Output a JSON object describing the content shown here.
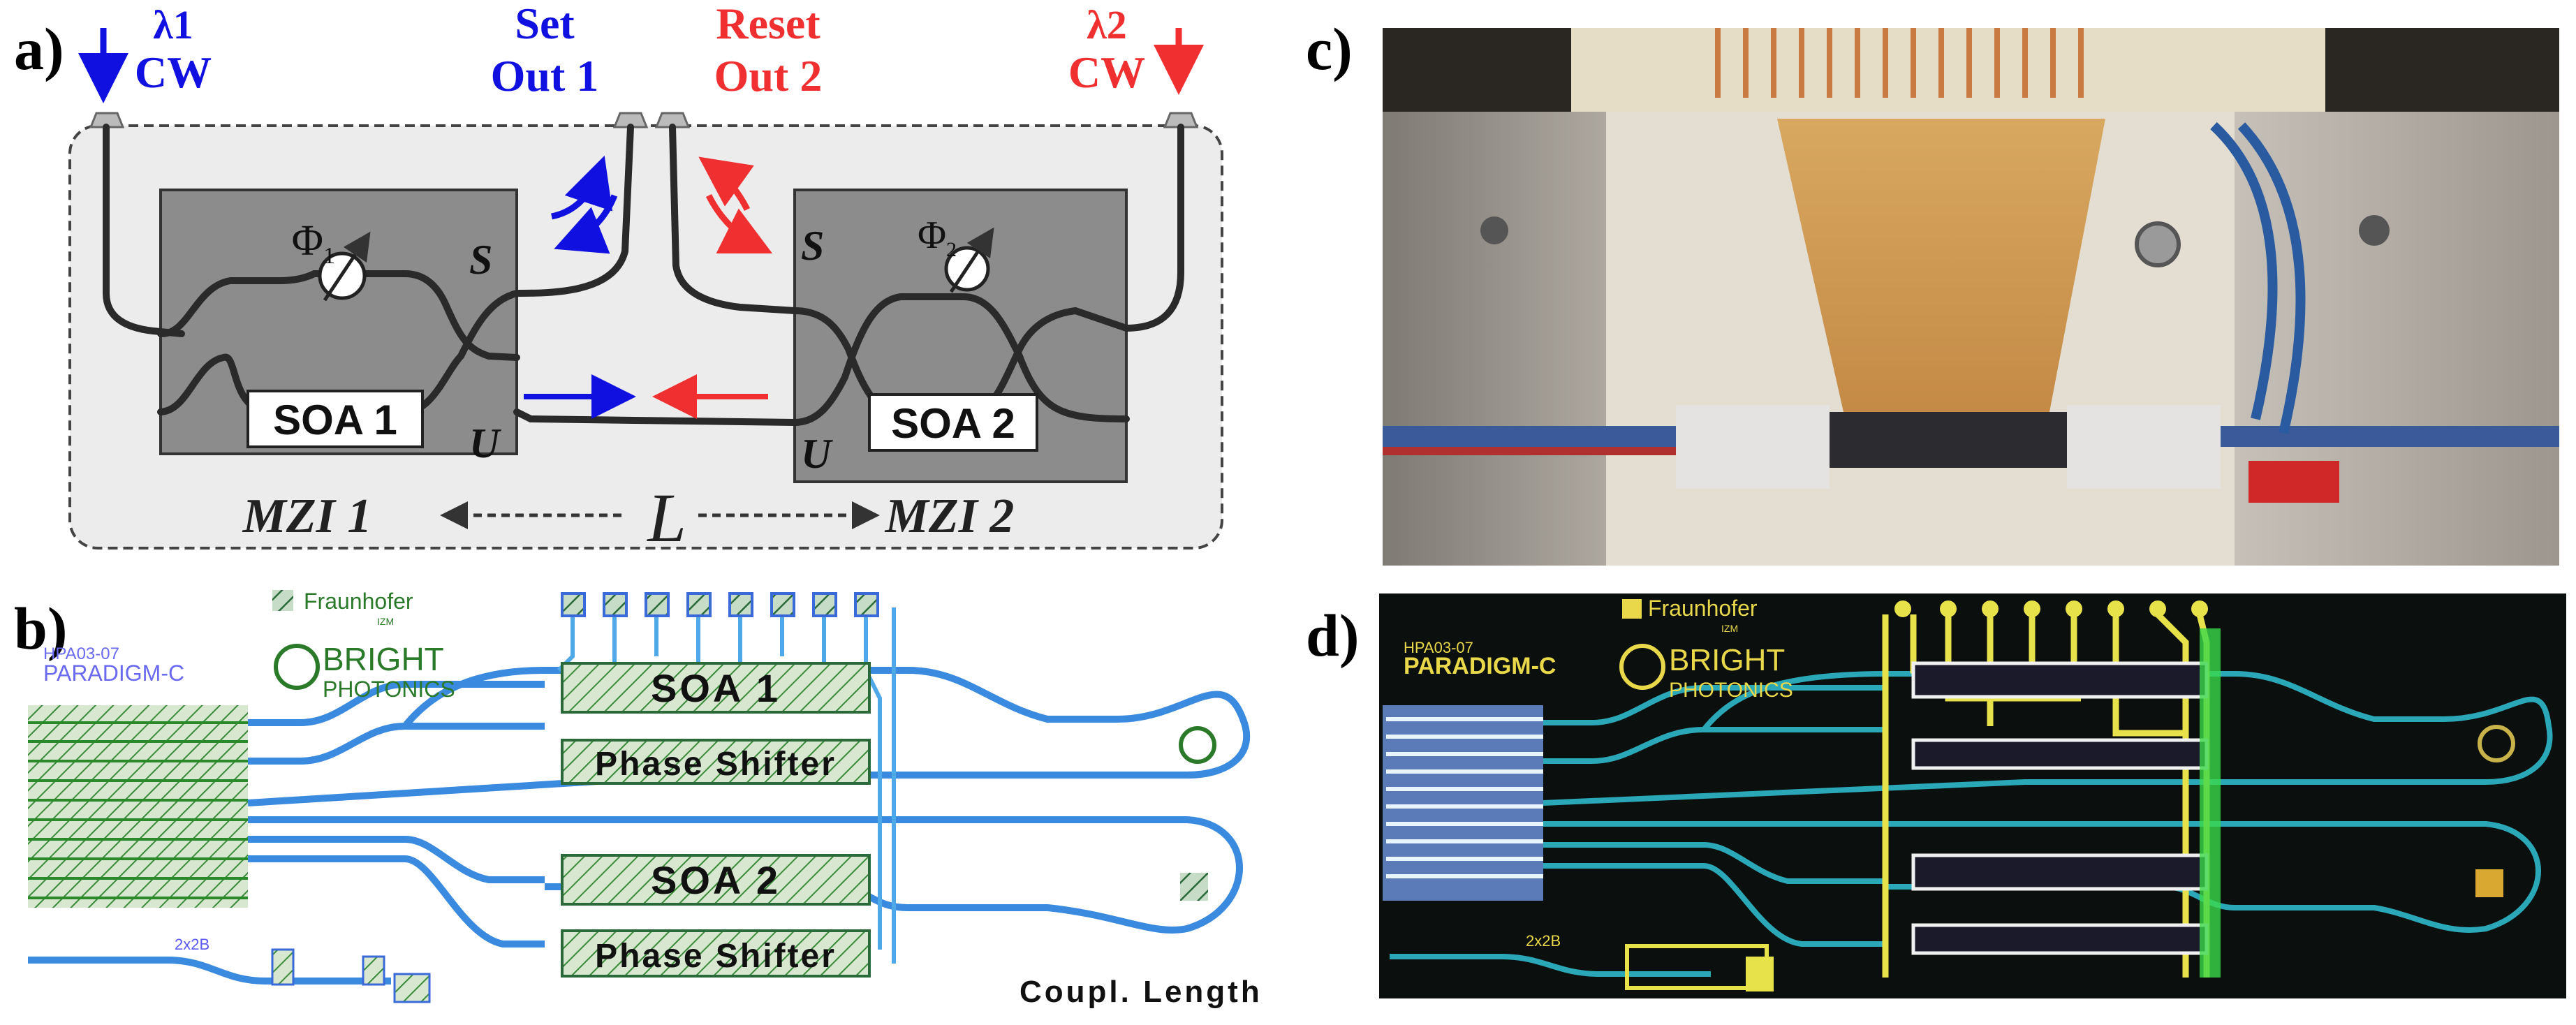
{
  "panel_labels": {
    "a": "a)",
    "b": "b)",
    "c": "c)",
    "d": "d)"
  },
  "panel_a": {
    "lambda1": "λ1",
    "cw1": "CW",
    "set": "Set",
    "out1": "Out 1",
    "reset": "Reset",
    "out2": "Out 2",
    "lambda2": "λ2",
    "cw2": "CW",
    "phi1": "Φ",
    "phi1_sub": "1",
    "phi2": "Φ",
    "phi2_sub": "2",
    "s1": "S",
    "u1": "U",
    "s2": "S",
    "u2": "U",
    "soa1": "SOA 1",
    "soa2": "SOA 2",
    "mzi1": "MZI 1",
    "mzi2": "MZI 2",
    "length": "L",
    "colors": {
      "blue": "#1010e0",
      "red": "#f03030"
    }
  },
  "panel_b": {
    "chip_id": "HPA03-07",
    "chip_name": "PARADIGM-C",
    "fraunhofer": "Fraunhofer",
    "izm": "IZM",
    "bright": "BRIGHT",
    "photonics": "PHOTONICS",
    "soa1": "SOA 1",
    "phase1": "Phase Shifter",
    "soa2": "SOA 2",
    "phase2": "Phase Shifter",
    "coupler": "2x2B",
    "coupl_length": "Coupl. Length"
  },
  "panel_d": {
    "chip_id": "HPA03-07",
    "chip_name": "PARADIGM-C",
    "fraunhofer": "Fraunhofer",
    "izm": "IZM",
    "bright": "BRIGHT",
    "photonics": "PHOTONICS",
    "coupler": "2x2B"
  }
}
